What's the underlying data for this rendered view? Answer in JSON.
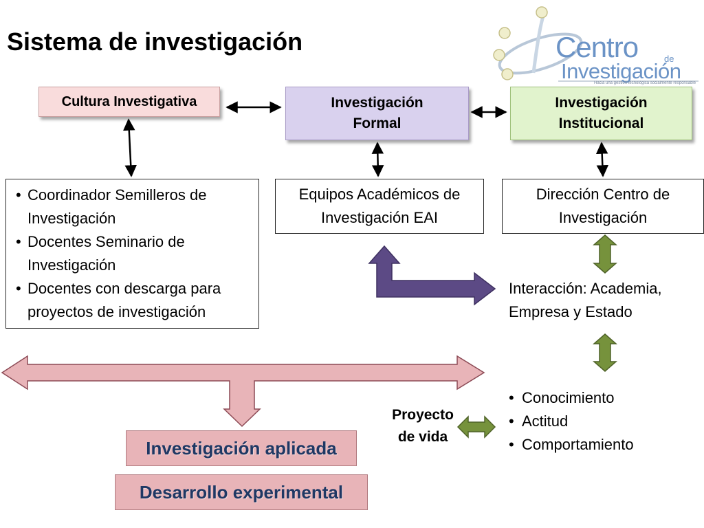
{
  "title": "Sistema de investigación",
  "logo": {
    "line1": "Centro",
    "connector": "de",
    "line2": "Investigación",
    "tagline": "Hacia una gestión tecnológica socialmente responsable"
  },
  "top_boxes": {
    "cultura": "Cultura Investigativa",
    "formal_line1": "Investigación",
    "formal_line2": "Formal",
    "institucional_line1": "Investigación",
    "institucional_line2": "Institucional"
  },
  "semilleros_box": {
    "items": [
      "Coordinador Semilleros de Investigación",
      "Docentes Seminario de Investigación",
      "Docentes con descarga para proyectos de investigación"
    ]
  },
  "eai_box": {
    "line1": "Equipos Académicos de",
    "line2": "Investigación EAI"
  },
  "direccion_box": {
    "line1": "Dirección Centro de",
    "line2": "Investigación"
  },
  "interaccion": {
    "line1": "Interacción: Academia,",
    "line2": "Empresa y Estado"
  },
  "resultados": {
    "items": [
      "Conocimiento",
      "Actitud",
      "Comportamiento"
    ]
  },
  "proyecto": {
    "line1": "Proyecto",
    "line2": "de vida"
  },
  "bottom_boxes": {
    "aplicada": "Investigación aplicada",
    "experimental": "Desarrollo experimental"
  },
  "colors": {
    "cultura_fill": "#f9dcdc",
    "formal_fill": "#d9d1ee",
    "institucional_fill": "#e1f3cd",
    "pink_arrow": "#e8b4b8",
    "purple_arrow": "#5c4a85",
    "green_arrow": "#76923c",
    "bottom_text": "#1f3864",
    "logo_blue": "#6b93c6"
  }
}
